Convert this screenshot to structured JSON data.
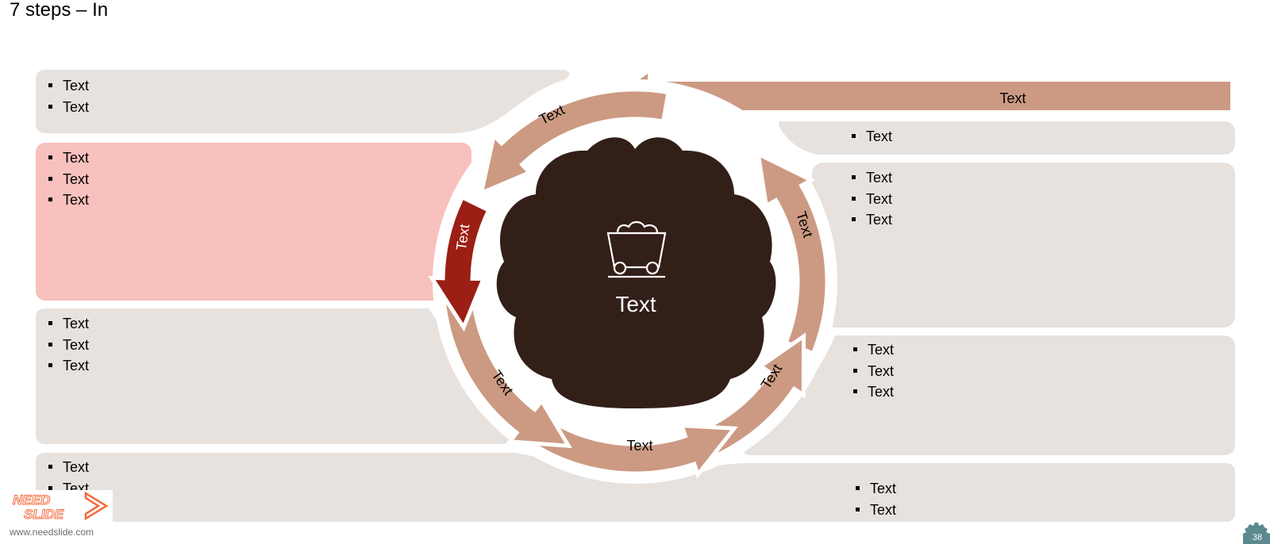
{
  "title": "7 steps – In",
  "center": {
    "label": "Text",
    "icon": "mine-cart-icon"
  },
  "cycle_labels": [
    "Text",
    "Text",
    "Text",
    "Text",
    "Text",
    "Text"
  ],
  "highlighted_arrow_label": "Text",
  "top_banner_label": "Text",
  "panels": {
    "left_top": [
      "Text",
      "Text"
    ],
    "left_highlight": [
      "Text",
      "Text",
      "Text"
    ],
    "left_middle": [
      "Text",
      "Text",
      "Text"
    ],
    "bottom_left": [
      "Text",
      "Text"
    ],
    "right_top": [
      "Text"
    ],
    "right_upper": [
      "Text",
      "Text",
      "Text"
    ],
    "right_lower": [
      "Text",
      "Text",
      "Text"
    ],
    "bottom_right": [
      "Text",
      "Text"
    ]
  },
  "logo": {
    "line1": "NEED",
    "line2": "SLIDE",
    "url": "www.needslide.com"
  },
  "page_number": "38",
  "colors": {
    "panel": "#e7e2de",
    "panel_highlight": "#f8c1bd",
    "arrow": "#cc9a82",
    "arrow_highlight": "#9b1f14",
    "center": "#321f18",
    "logo_accent": "#f26a3d"
  }
}
